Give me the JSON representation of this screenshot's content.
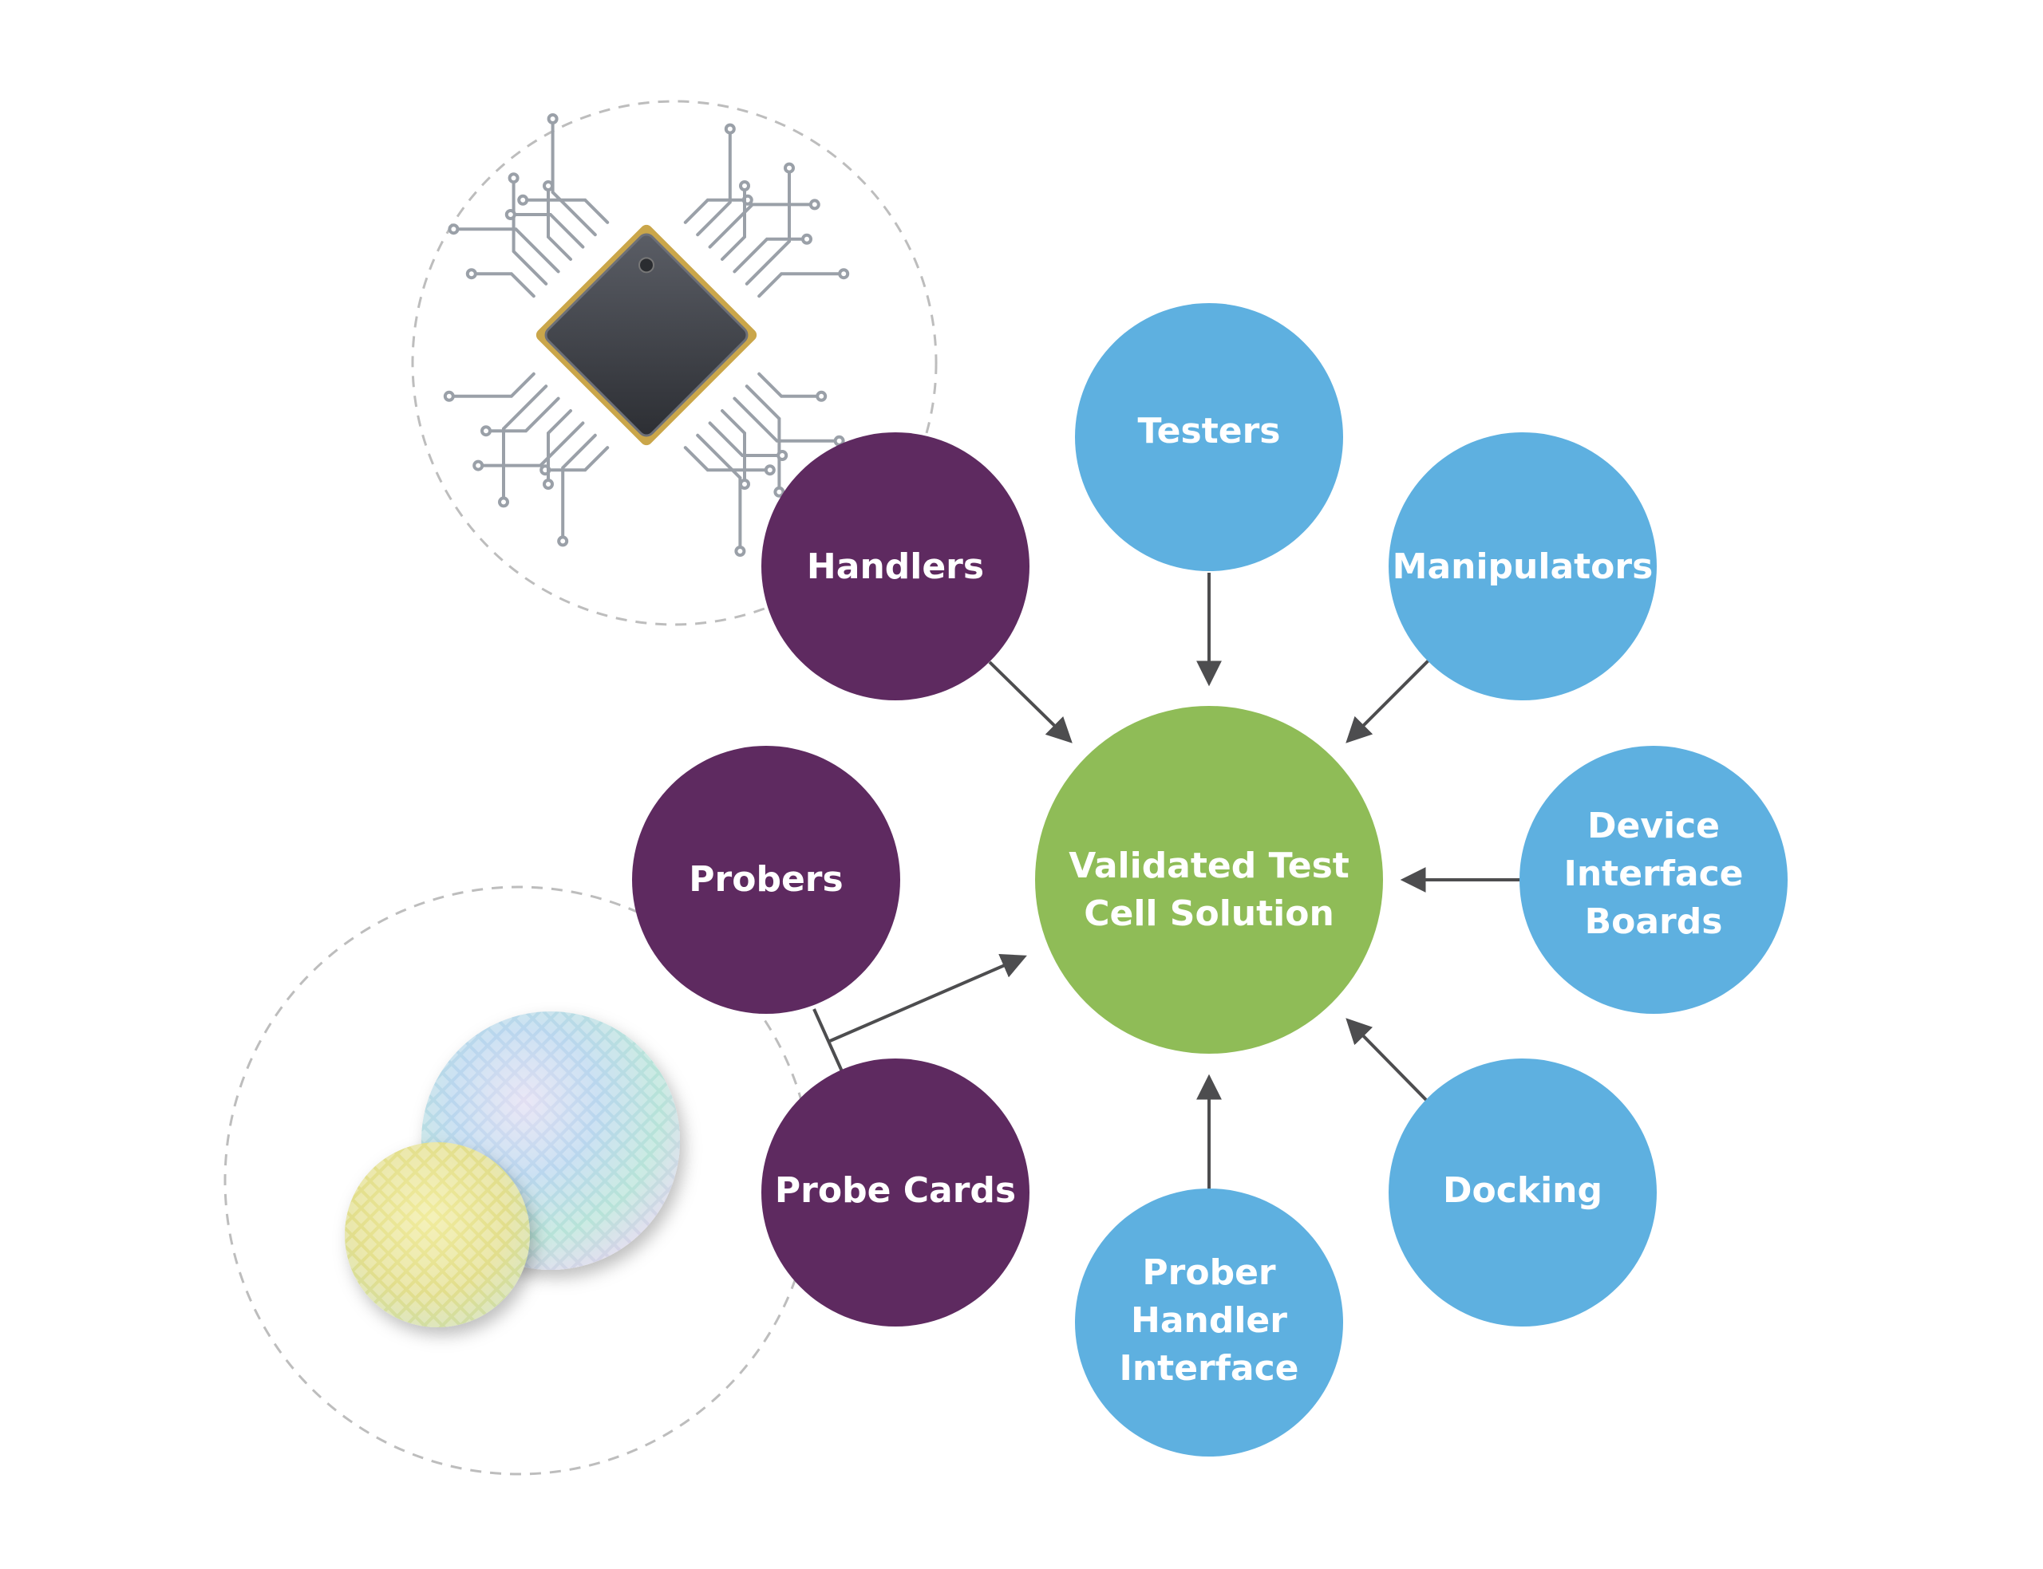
{
  "colors": {
    "center": "#8fbc57",
    "purple": "#5e2a60",
    "blue": "#5eb0e0",
    "arrow": "#4d4d4f",
    "dashed": "#bdbdbd",
    "label": "#ffffff"
  },
  "center": {
    "label_line1": "Validated Test",
    "label_line2": "Cell Solution"
  },
  "nodes": {
    "testers": {
      "lines": [
        "Testers"
      ]
    },
    "manipulators": {
      "lines": [
        "Manipulators"
      ]
    },
    "device_interface_boards": {
      "lines": [
        "Device",
        "Interface",
        "Boards"
      ]
    },
    "docking": {
      "lines": [
        "Docking"
      ]
    },
    "prober_handler_interface": {
      "lines": [
        "Prober",
        "Handler",
        "Interface"
      ]
    },
    "handlers": {
      "lines": [
        "Handlers"
      ]
    },
    "probers": {
      "lines": [
        "Probers"
      ]
    },
    "probe_cards": {
      "lines": [
        "Probe Cards"
      ]
    }
  },
  "icons": {
    "chip": "microchip-icon",
    "wafers": "wafer-icon"
  }
}
